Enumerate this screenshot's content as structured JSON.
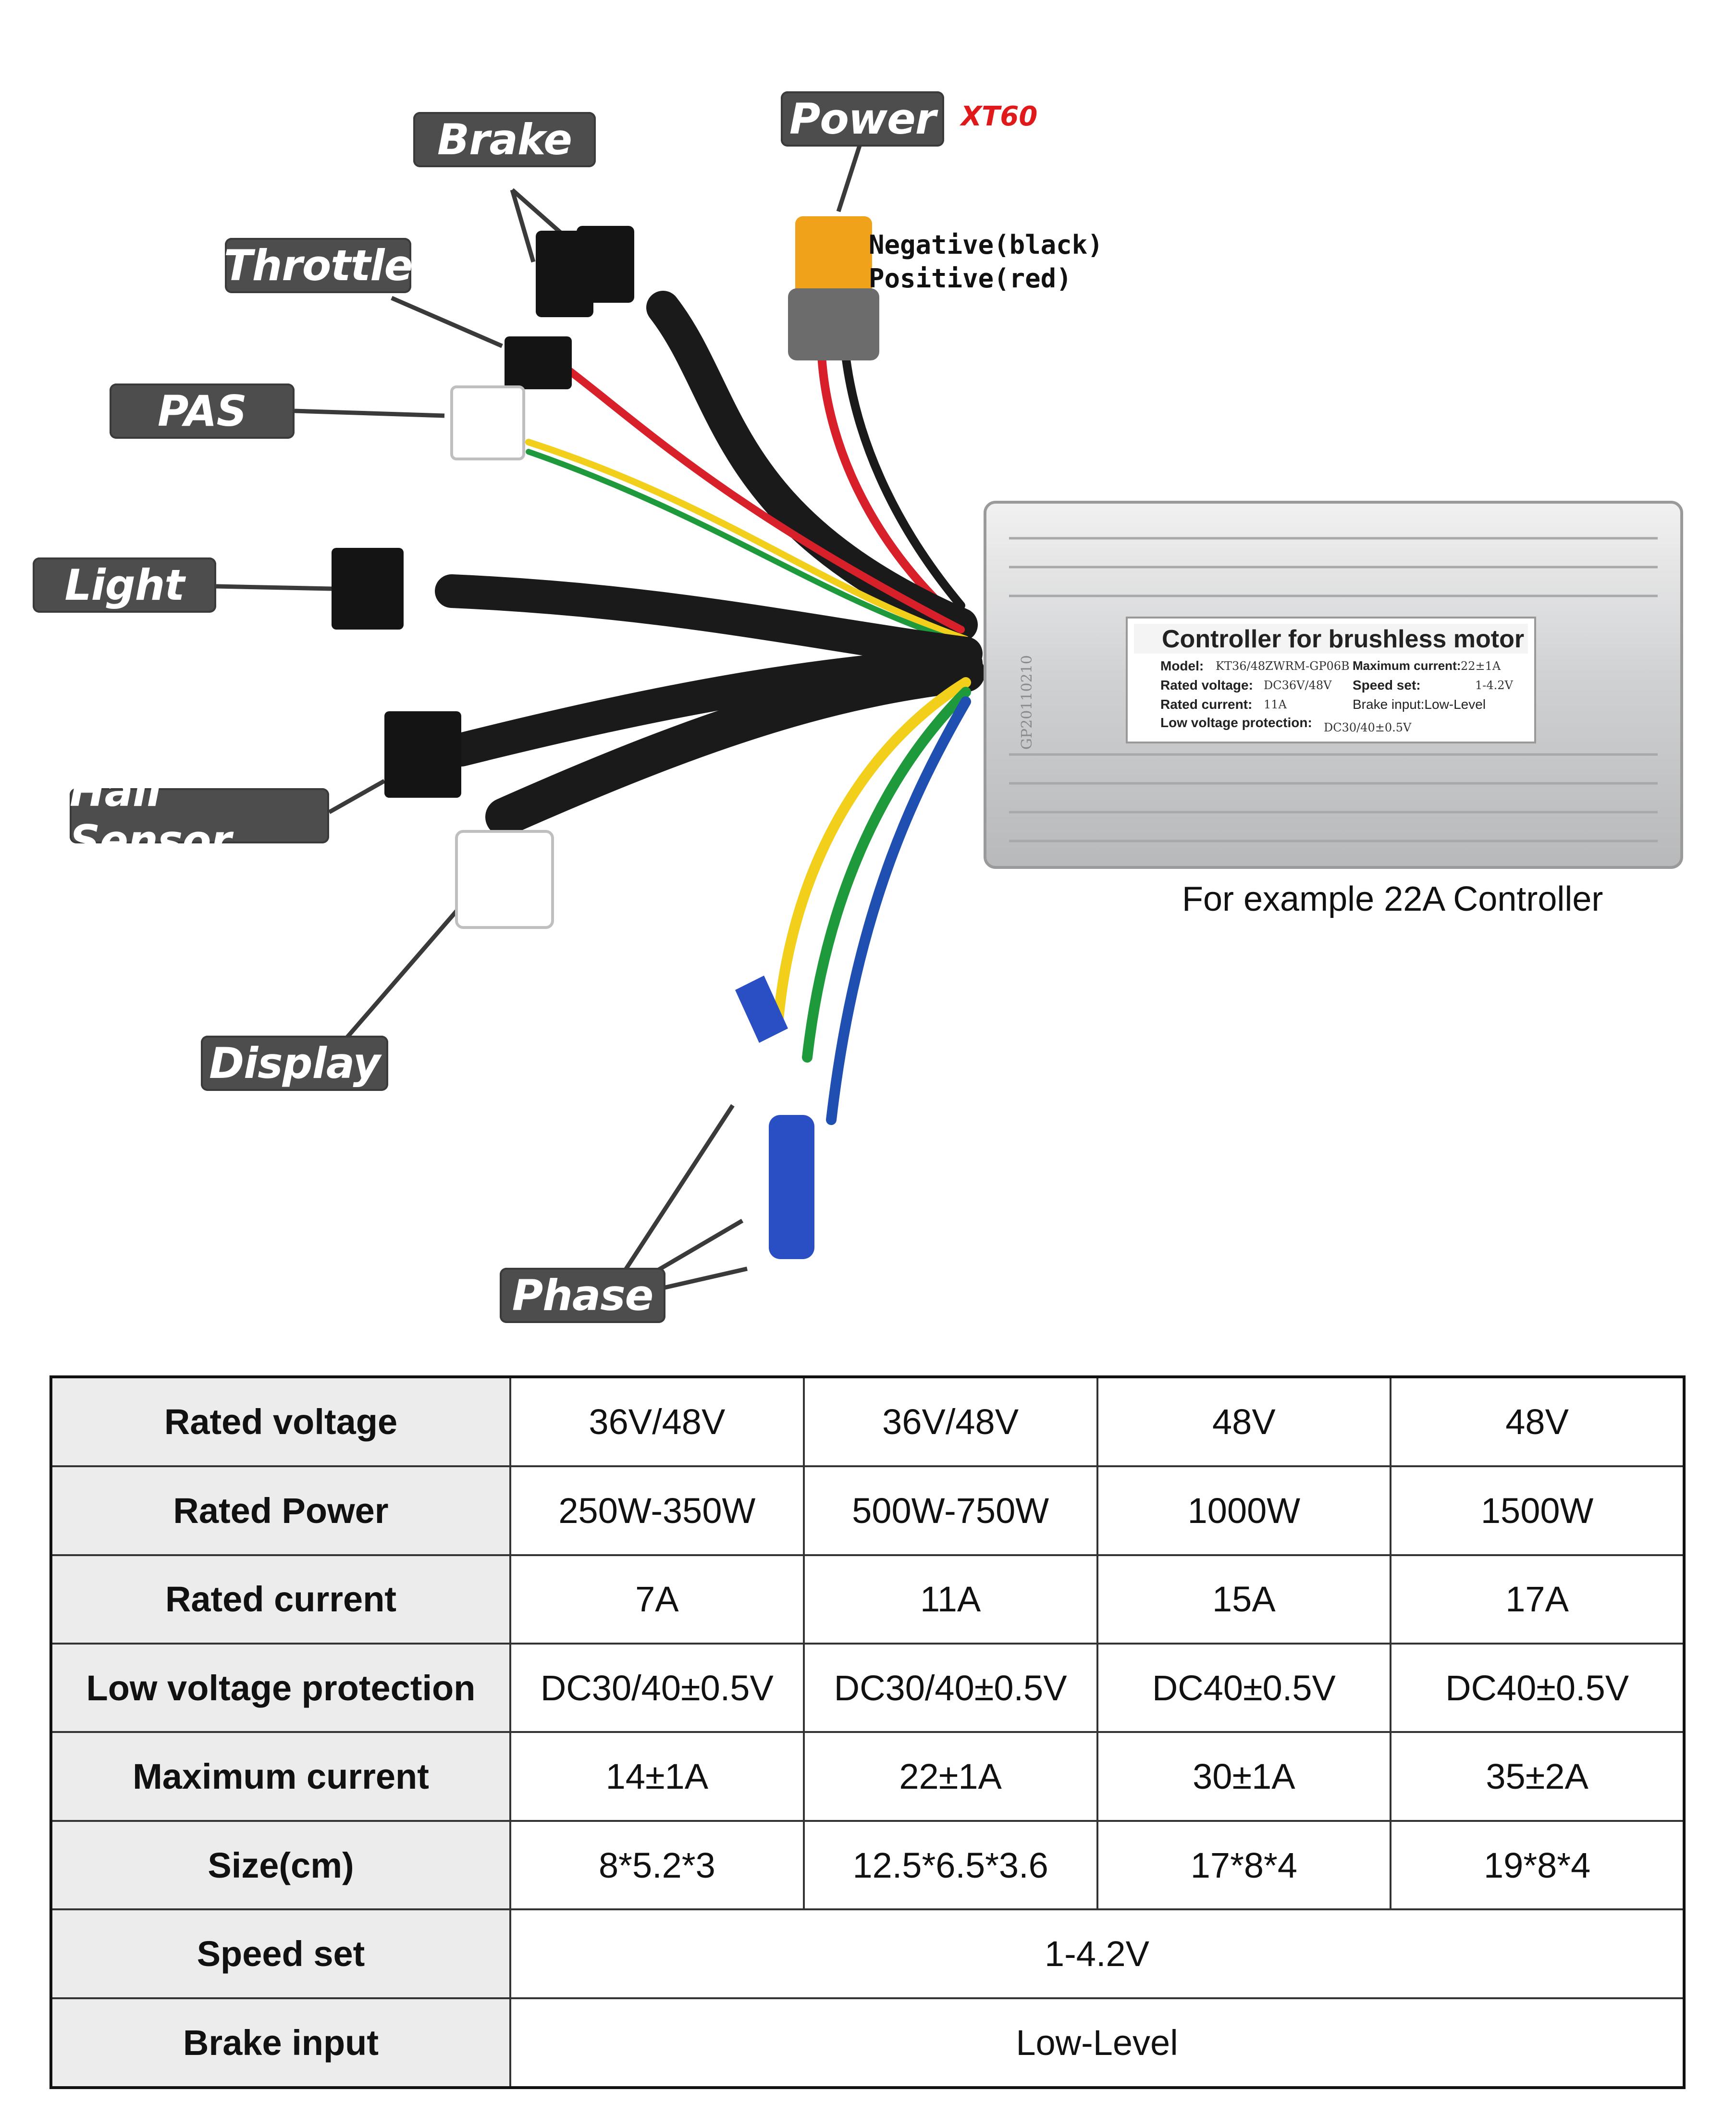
{
  "labels": {
    "brake": "Brake",
    "power": "Power",
    "xt60": "XT60",
    "throttle": "Throttle",
    "pas": "PAS",
    "light": "Light",
    "hall_sensor": "Hall Sensor",
    "display": "Display",
    "phase": "Phase"
  },
  "power_notes": {
    "negative": "Negative(black)",
    "positive": "Positive(red)"
  },
  "controller_plate": {
    "title": "Controller for brushless motor",
    "model_label": "Model:",
    "model_value": "KT36/48ZWRM-GP06B",
    "rated_voltage_label": "Rated voltage:",
    "rated_voltage_value": "DC36V/48V",
    "rated_current_label": "Rated current:",
    "rated_current_value": "11A",
    "low_voltage_label": "Low voltage protection:",
    "low_voltage_value": "DC30/40±0.5V",
    "max_current_label": "Maximum current:",
    "max_current_value": "22±1A",
    "speed_set_label": "Speed set:",
    "speed_set_value": "1-4.2V",
    "brake_input": "Brake input:Low-Level",
    "side_code": "GP20110210"
  },
  "caption": "For example 22A Controller",
  "spec_table": {
    "rows": [
      {
        "label": "Rated voltage",
        "values": [
          "36V/48V",
          "36V/48V",
          "48V",
          "48V"
        ]
      },
      {
        "label": "Rated Power",
        "values": [
          "250W-350W",
          "500W-750W",
          "1000W",
          "1500W"
        ]
      },
      {
        "label": "Rated current",
        "values": [
          "7A",
          "11A",
          "15A",
          "17A"
        ]
      },
      {
        "label": "Low voltage protection",
        "values": [
          "DC30/40±0.5V",
          "DC30/40±0.5V",
          "DC40±0.5V",
          "DC40±0.5V"
        ]
      },
      {
        "label": "Maximum current",
        "values": [
          "14±1A",
          "22±1A",
          "30±1A",
          "35±2A"
        ]
      },
      {
        "label": "Size(cm)",
        "values": [
          "8*5.2*3",
          "12.5*6.5*3.6",
          "17*8*4",
          "19*8*4"
        ]
      }
    ],
    "merged_rows": [
      {
        "label": "Speed set",
        "value": "1-4.2V"
      },
      {
        "label": "Brake input",
        "value": "Low-Level"
      }
    ]
  },
  "colors": {
    "tag_bg": "#4d4d4d",
    "xt60_red": "#e0191b",
    "wire_red": "#d8202a",
    "wire_yellow": "#f2cf1a",
    "wire_green": "#1e9a3c",
    "wire_blue": "#1f4fb0",
    "housing": "#d9dadb"
  }
}
